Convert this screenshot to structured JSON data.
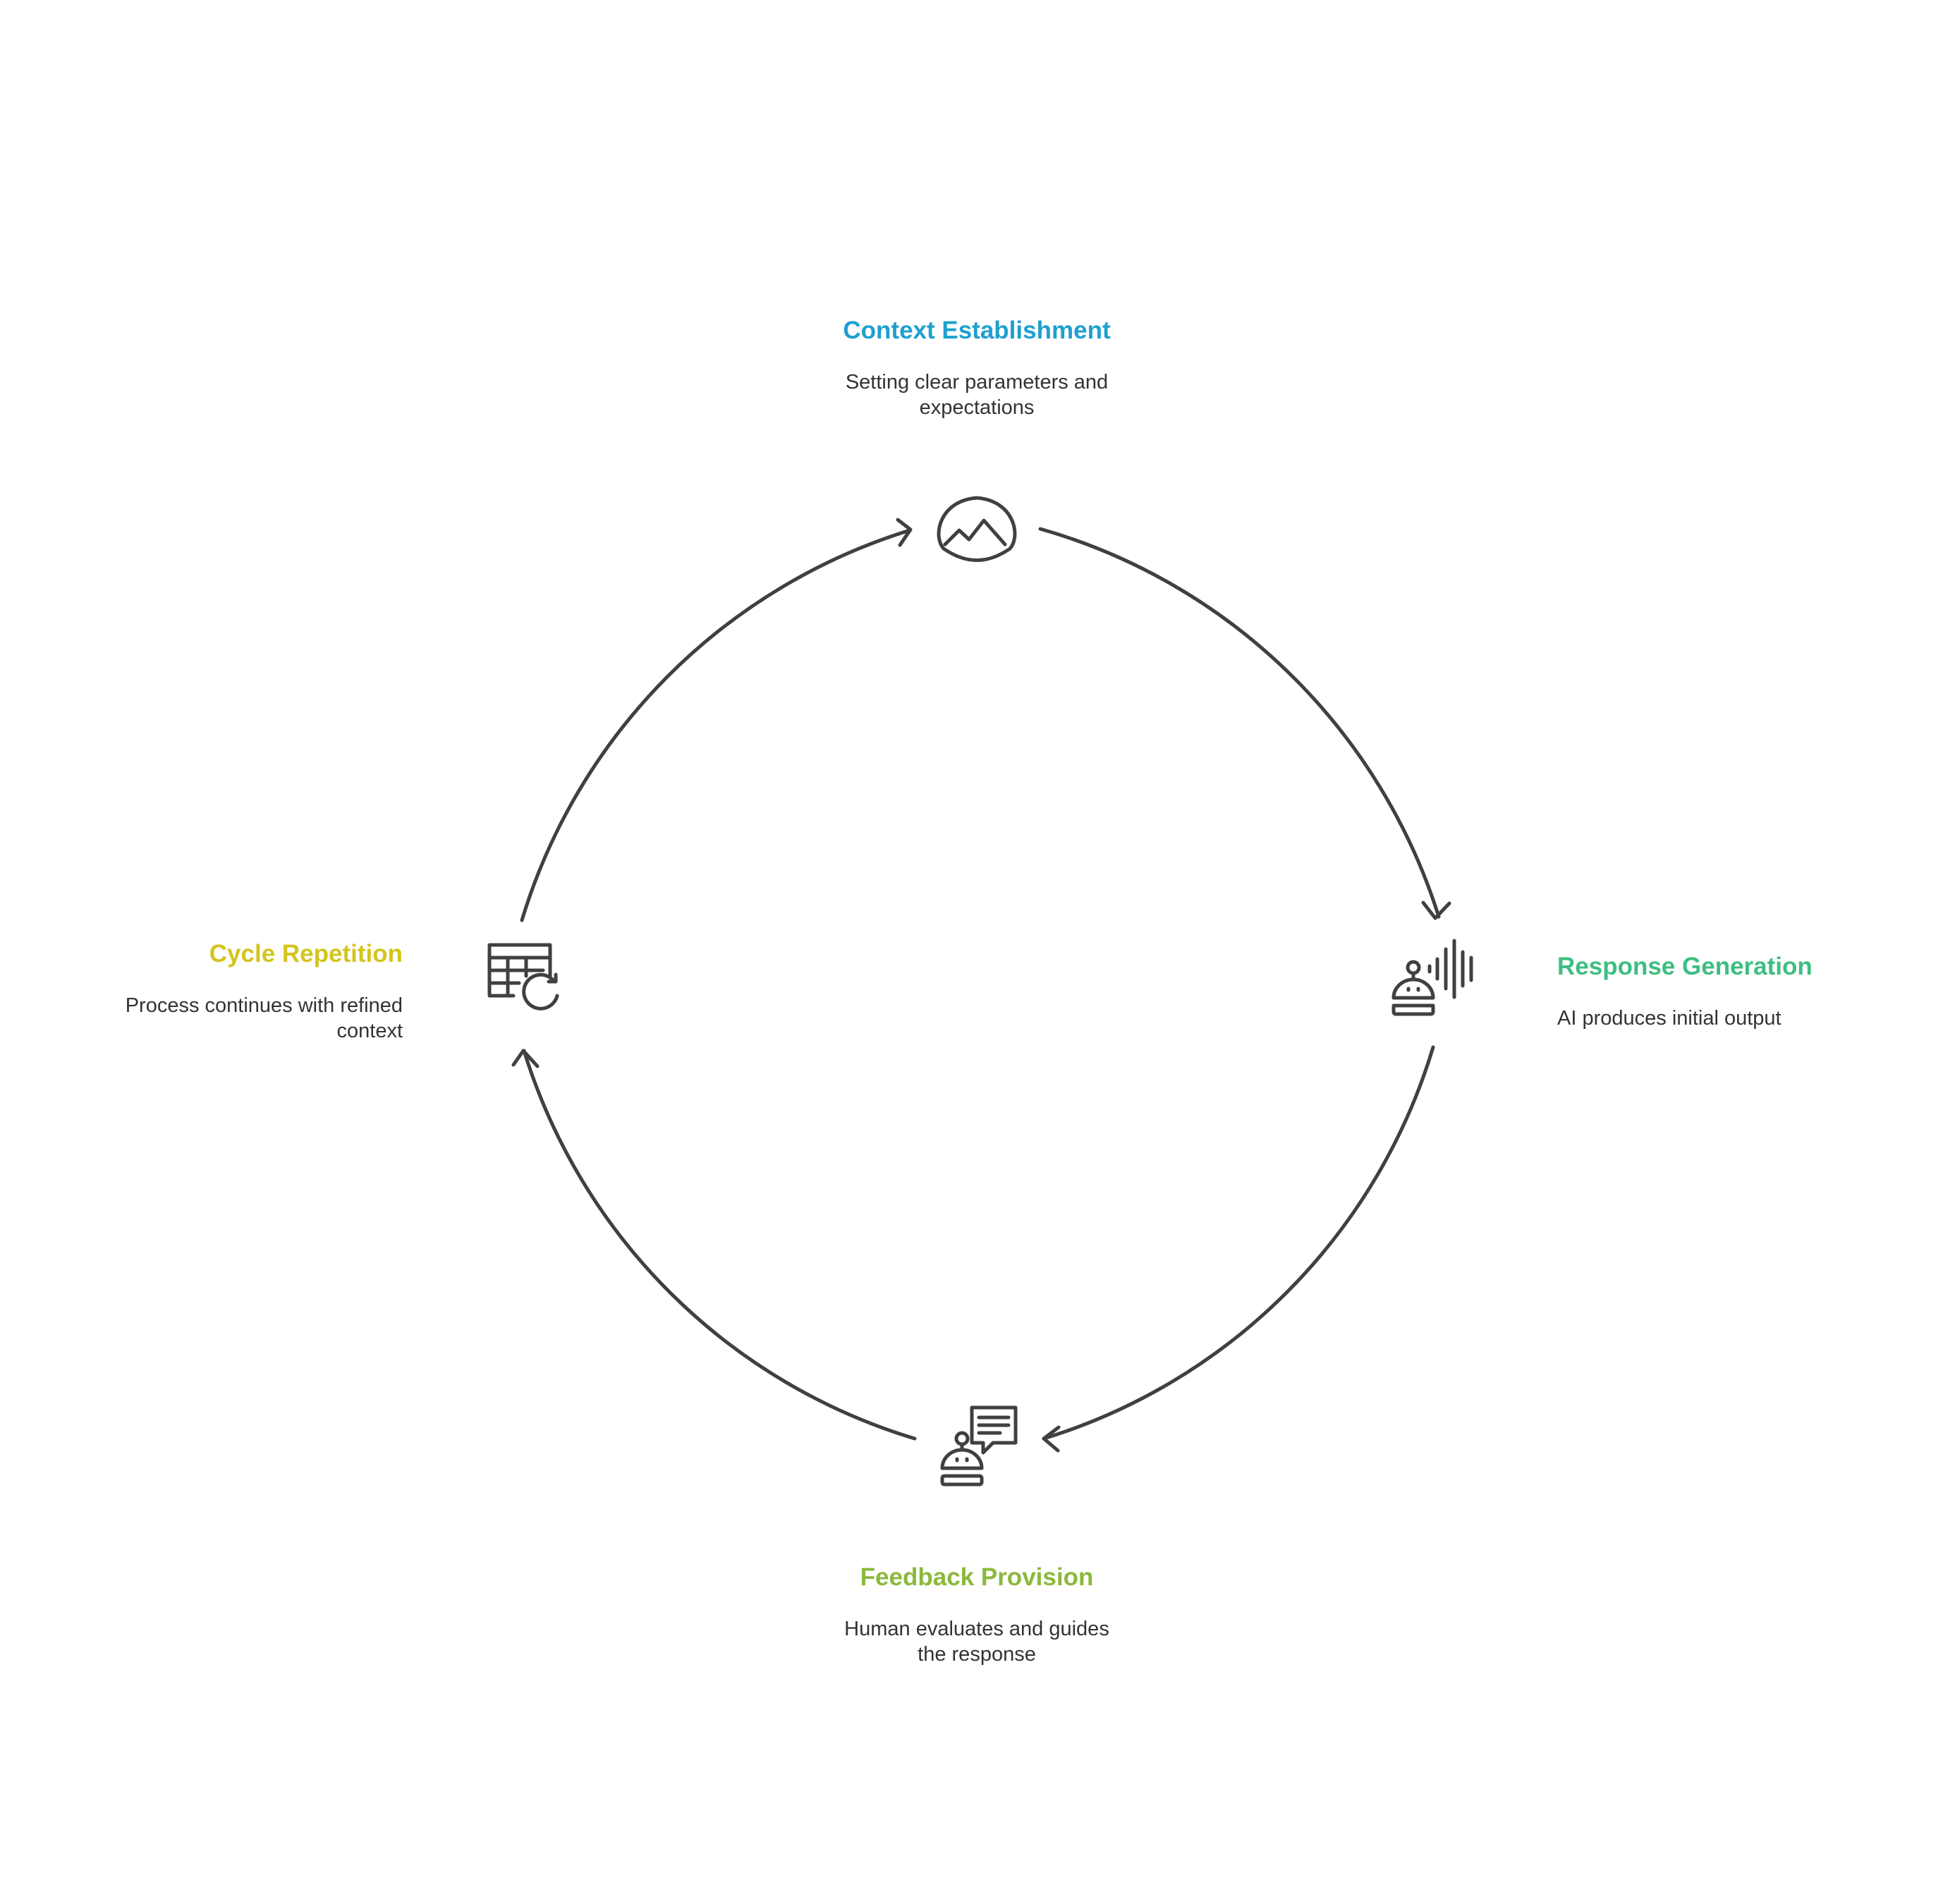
{
  "stages": {
    "context": {
      "title": "Context Establishment",
      "description": "Setting clear parameters and expectations",
      "color": "#1EA0CF",
      "icon": "mountain-dome-icon"
    },
    "response": {
      "title": "Response Generation",
      "description": "AI produces initial output",
      "color": "#3DBE80",
      "icon": "robot-voice-icon"
    },
    "feedback": {
      "title": "Feedback Provision",
      "description": "Human evaluates and guides the response",
      "color": "#8CB83C",
      "icon": "robot-chat-icon"
    },
    "cycle": {
      "title": "Cycle Repetition",
      "description": "Process continues with refined context",
      "color": "#D4C41C",
      "icon": "table-refresh-icon"
    }
  },
  "arrow_color": "#404040"
}
